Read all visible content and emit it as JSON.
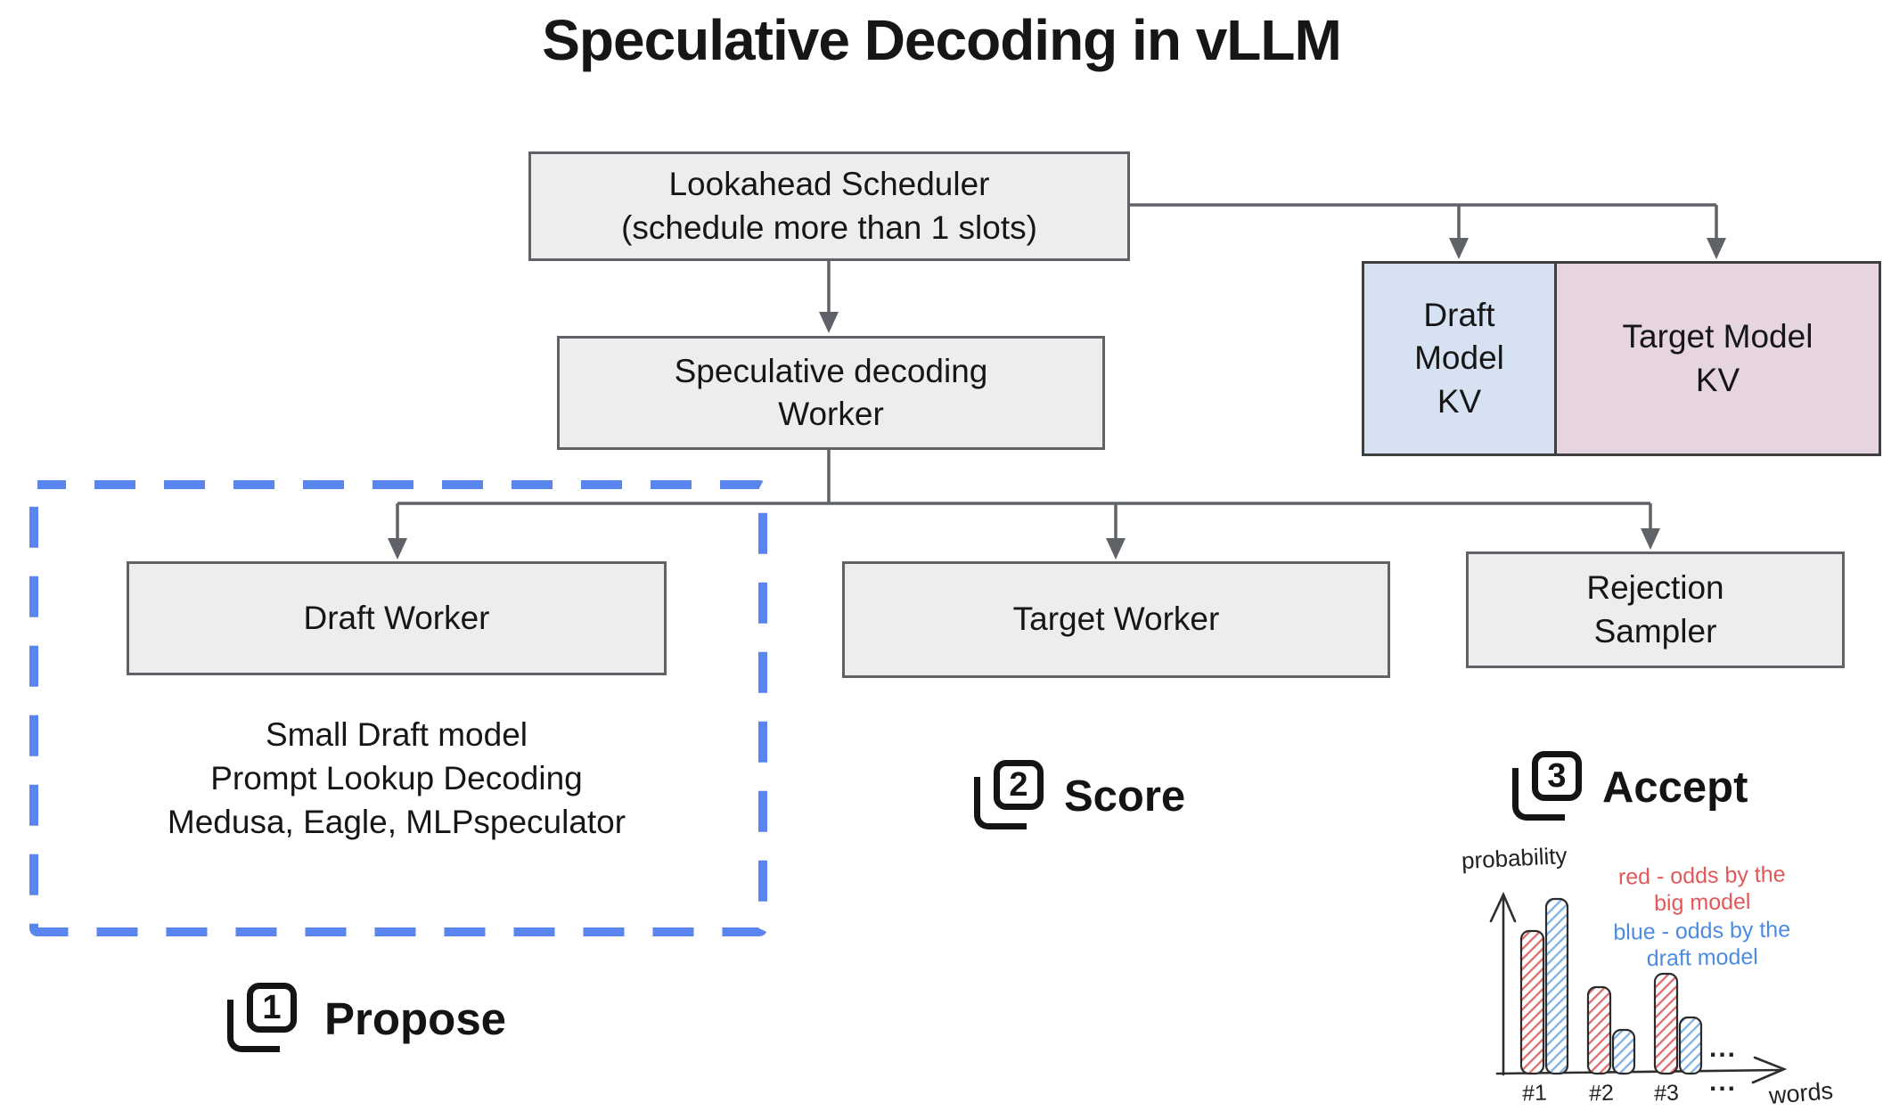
{
  "title": "Speculative Decoding in vLLM",
  "nodes": {
    "scheduler": {
      "lines": [
        "Lookahead Scheduler",
        "(schedule more than 1 slots)"
      ]
    },
    "spec_worker": {
      "lines": [
        "Speculative decoding",
        "Worker"
      ]
    },
    "draft_kv": {
      "lines": [
        "Draft",
        "Model",
        "KV"
      ]
    },
    "target_kv": {
      "lines": [
        "Target Model",
        "KV"
      ]
    },
    "draft_worker": {
      "lines": [
        "Draft Worker"
      ]
    },
    "target_worker": {
      "lines": [
        "Target Worker"
      ]
    },
    "rejection_sampler": {
      "lines": [
        "Rejection",
        "Sampler"
      ]
    },
    "draft_methods": {
      "lines": [
        "Small Draft model",
        "Prompt Lookup Decoding",
        "Medusa, Eagle, MLPspeculator"
      ]
    }
  },
  "steps": [
    {
      "num": "1",
      "label": "Propose",
      "icon": "filter-1-icon"
    },
    {
      "num": "2",
      "label": "Score",
      "icon": "filter-2-icon"
    },
    {
      "num": "3",
      "label": "Accept",
      "icon": "filter-3-icon"
    }
  ],
  "colors": {
    "ink": "#181818",
    "box_fill": "#ededed",
    "box_border": "#5f6368",
    "kv_border": "#3f3f3f",
    "draft_kv_fill": "#d6e2f2",
    "target_kv_fill": "#e6d5e0",
    "connector": "#5f6368",
    "dashed": "#5b85ee",
    "red_hatch": "#e06d6d",
    "blue_hatch": "#7fb2e6"
  },
  "chart_data": {
    "type": "bar",
    "title": "",
    "xlabel": "words",
    "ylabel": "probability",
    "categories": [
      "#1",
      "#2",
      "#3"
    ],
    "series": [
      {
        "name": "red - odds by the big model",
        "color": "#e25858",
        "values": [
          0.76,
          0.46,
          0.53
        ]
      },
      {
        "name": "blue - odds by the draft model",
        "color": "#4b8ce0",
        "values": [
          0.93,
          0.23,
          0.3
        ]
      }
    ],
    "legend": [
      {
        "lines": [
          "red - odds by the",
          "big model"
        ]
      },
      {
        "lines": [
          "blue - odds by the",
          "draft model"
        ]
      }
    ],
    "ellipsis": "...",
    "ylim": [
      0,
      1
    ],
    "grid": false,
    "legend_position": "top-right"
  }
}
